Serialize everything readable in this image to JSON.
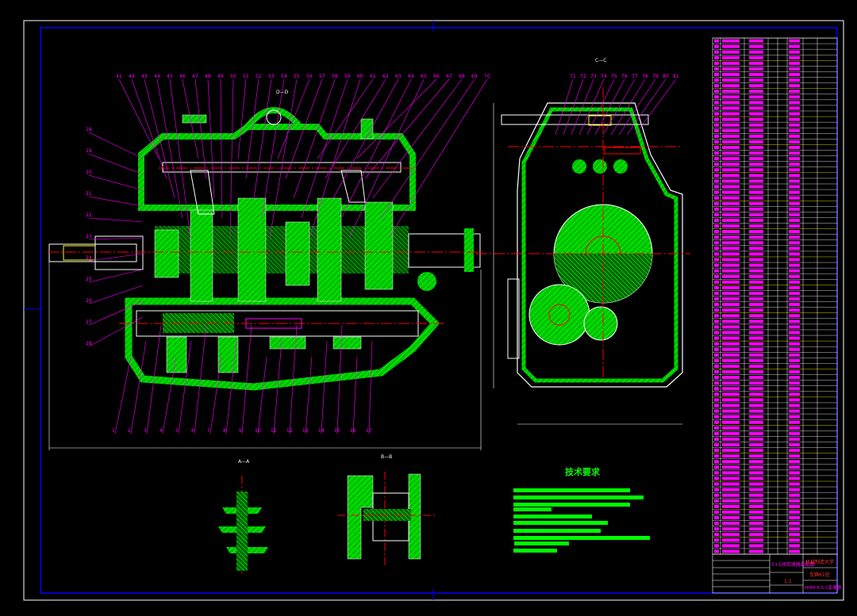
{
  "drawing": {
    "tech_requirements_title": "技术要求",
    "title_block": {
      "drawing_name": "5+1挡变速器装配图",
      "school": "机械制造大学",
      "class": "车辆61班",
      "drawing_no": "HHM-4-5-1变速器",
      "scale": "1:1"
    },
    "section_labels": [
      "A—A",
      "B—B",
      "C—C",
      "D—D"
    ],
    "callouts_top": [
      "41",
      "42",
      "43",
      "44",
      "45",
      "46",
      "47",
      "48",
      "49",
      "50",
      "51",
      "52",
      "53",
      "54",
      "55",
      "56",
      "57",
      "58",
      "59",
      "60",
      "61",
      "62",
      "63",
      "64",
      "65",
      "66",
      "67",
      "68",
      "69",
      "70"
    ],
    "callouts_bottom": [
      "1",
      "2",
      "3",
      "4",
      "5",
      "6",
      "7",
      "8",
      "9",
      "10",
      "11",
      "12",
      "13",
      "14",
      "15",
      "16",
      "17"
    ],
    "callouts_side": [
      "18",
      "19",
      "20",
      "21",
      "22",
      "23",
      "24",
      "25",
      "26",
      "27",
      "28"
    ],
    "callouts_right_view": [
      "71",
      "72",
      "73",
      "74",
      "75",
      "76",
      "77",
      "78",
      "79",
      "80",
      "81"
    ],
    "parts_list_rows": 92
  },
  "colors": {
    "frame": "#ffffff",
    "inner_frame": "#0000ff",
    "part": "#00ff00",
    "center": "#ff0000",
    "leader": "#ff00ff",
    "table": "#ffffff",
    "table_accent": "#ffff00"
  }
}
